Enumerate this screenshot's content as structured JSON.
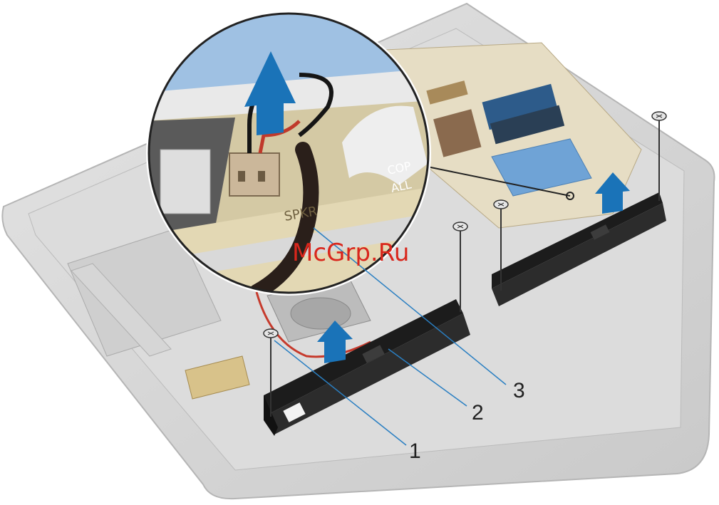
{
  "callouts": [
    {
      "label": "1"
    },
    {
      "label": "2"
    },
    {
      "label": "3"
    }
  ],
  "watermark": "McGrp.Ru",
  "zoom_inset": {
    "board_labels": [
      "SPKR",
      "COP",
      "ALL"
    ]
  },
  "colors": {
    "arrow_blue": "#1a73b8",
    "leader_blue": "#2a7fc2",
    "watermark_red": "#d9261c",
    "speaker_black": "#1c1c1c",
    "frame_gray": "#cfcfcf"
  },
  "icons": [
    "up-arrow-icon",
    "screw-icon",
    "speaker-icon",
    "cable-icon"
  ]
}
